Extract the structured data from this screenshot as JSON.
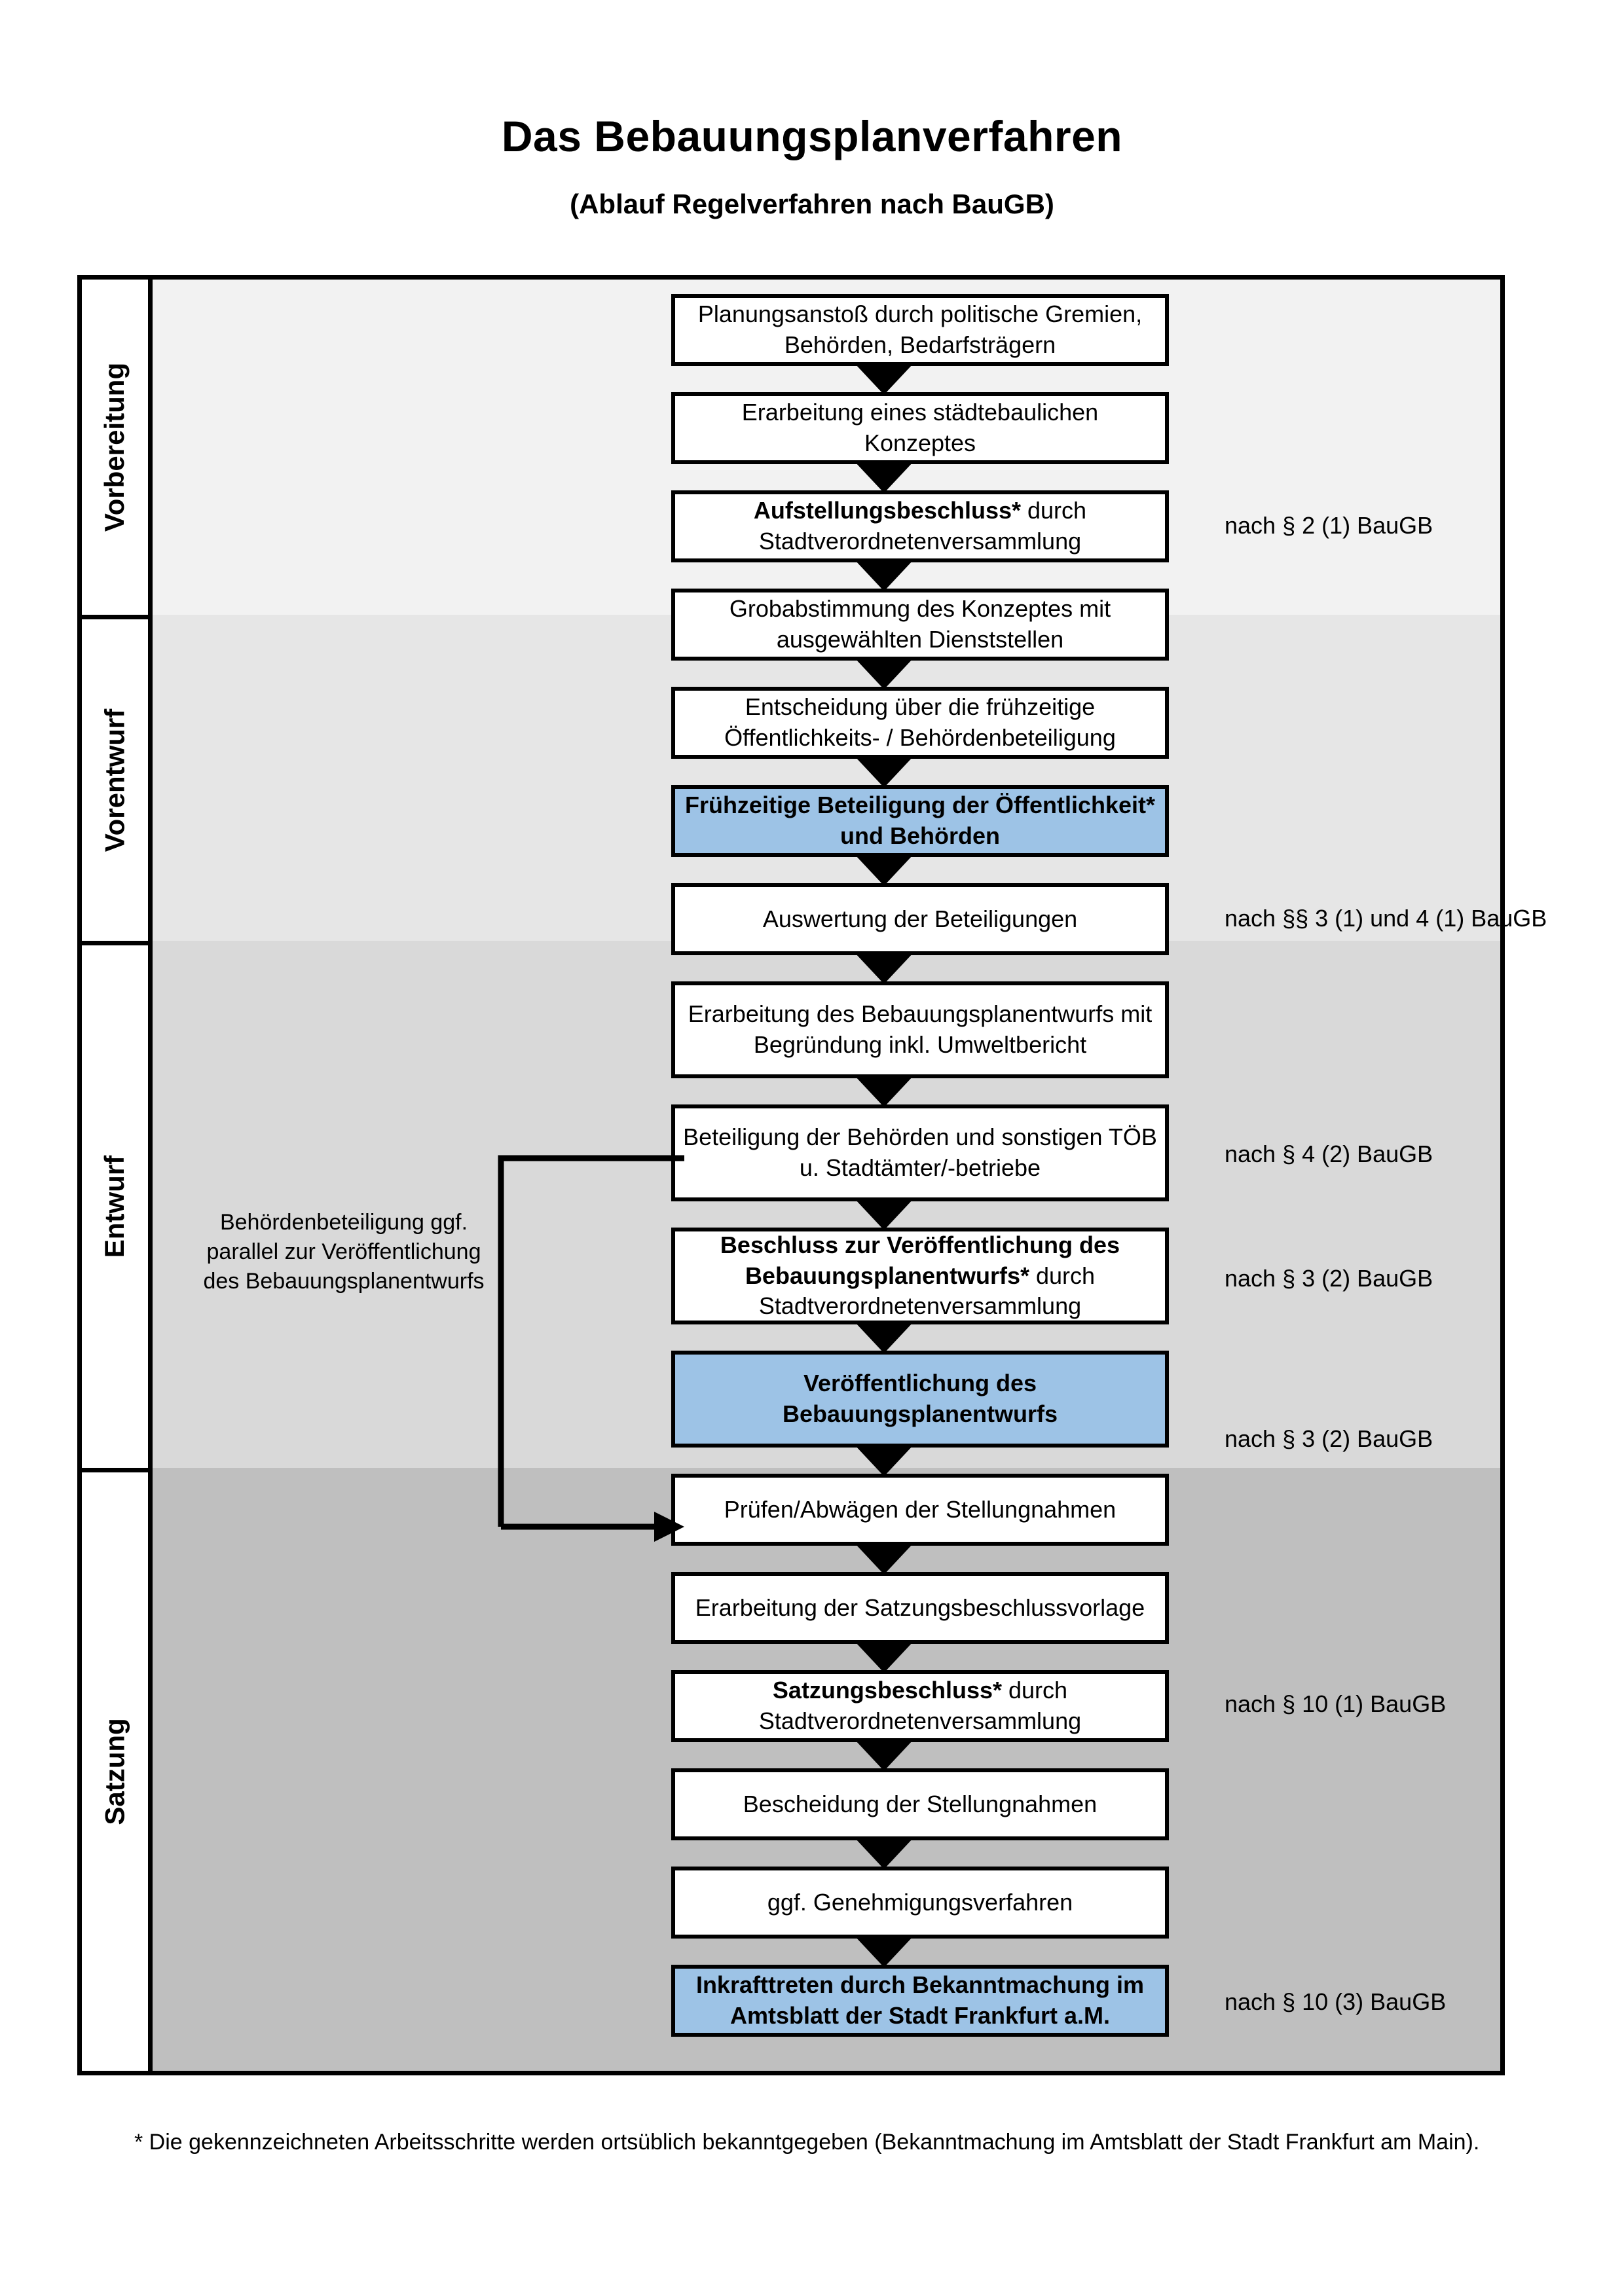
{
  "header": {
    "title": "Das Bebauungsplanverfahren",
    "subtitle": "(Ablauf Regelverfahren nach BauGB)"
  },
  "phases": [
    {
      "id": "vorbereitung",
      "label": "Vorbereitung",
      "band_color": "#F2F2F2"
    },
    {
      "id": "vorentwurf",
      "label": "Vorentwurf",
      "band_color": "#E6E6E6"
    },
    {
      "id": "entwurf",
      "label": "Entwurf",
      "band_color": "#D9D9D9"
    },
    {
      "id": "satzung",
      "label": "Satzung",
      "band_color": "#BFBFBF"
    }
  ],
  "steps": [
    {
      "id": "s1",
      "phase": "vorbereitung",
      "text": "Planungsanstoß durch politische Gremien, Behörden, Bedarfsträgern",
      "highlight": false
    },
    {
      "id": "s2",
      "phase": "vorbereitung",
      "text": "Erarbeitung eines städtebaulichen Konzeptes",
      "highlight": false
    },
    {
      "id": "s3",
      "phase": "vorbereitung",
      "bold_prefix": "Aufstellungsbeschluss*",
      "rest": " durch Stadtverordnetenversammlung",
      "highlight": false
    },
    {
      "id": "s4",
      "phase": "vorentwurf",
      "text": "Grobabstimmung des Konzeptes mit ausgewählten Dienststellen",
      "highlight": false
    },
    {
      "id": "s5",
      "phase": "vorentwurf",
      "text": "Entscheidung über die frühzeitige Öffentlichkeits- / Behördenbeteiligung",
      "highlight": false
    },
    {
      "id": "s6",
      "phase": "vorentwurf",
      "text": "Frühzeitige Beteiligung der Öffentlichkeit* und Behörden",
      "highlight": true
    },
    {
      "id": "s7",
      "phase": "entwurf",
      "text": "Auswertung der Beteiligungen",
      "highlight": false
    },
    {
      "id": "s8",
      "phase": "entwurf",
      "text": "Erarbeitung des Bebauungsplanentwurfs mit Begründung inkl. Umweltbericht",
      "highlight": false
    },
    {
      "id": "s9",
      "phase": "entwurf",
      "text": "Beteiligung der Behörden und sonstigen TÖB u. Stadtämter/-betriebe",
      "highlight": false
    },
    {
      "id": "s10",
      "phase": "entwurf",
      "bold_prefix": "Beschluss zur Veröffentlichung des Bebauungsplanentwurfs*",
      "rest": " durch Stadtverordnetenversammlung",
      "highlight": false
    },
    {
      "id": "s11",
      "phase": "entwurf",
      "text": "Veröffentlichung des Bebauungsplanentwurfs",
      "highlight": true
    },
    {
      "id": "s12",
      "phase": "satzung",
      "text": "Prüfen/Abwägen der Stellungnahmen",
      "highlight": false
    },
    {
      "id": "s13",
      "phase": "satzung",
      "text": "Erarbeitung der Satzungsbeschlussvorlage",
      "highlight": false
    },
    {
      "id": "s14",
      "phase": "satzung",
      "bold_prefix": "Satzungsbeschluss*",
      "rest": " durch Stadtverordnetenversammlung",
      "highlight": false
    },
    {
      "id": "s15",
      "phase": "satzung",
      "text": "Bescheidung der Stellungnahmen",
      "highlight": false
    },
    {
      "id": "s16",
      "phase": "satzung",
      "text": "ggf. Genehmigungsverfahren",
      "highlight": false
    },
    {
      "id": "s17",
      "phase": "satzung",
      "bold_prefix": "Inkrafttreten",
      "rest": " durch Bekanntmachung im Amtsblatt der Stadt Frankfurt a.M.",
      "highlight": true
    }
  ],
  "law_labels": [
    {
      "id": "l1",
      "text": "nach § 2 (1) BauGB"
    },
    {
      "id": "l2",
      "text": "nach §§ 3 (1) und 4 (1) BauGB"
    },
    {
      "id": "l3",
      "text": "nach § 4 (2) BauGB"
    },
    {
      "id": "l4",
      "text": "nach § 3 (2) BauGB"
    },
    {
      "id": "l5",
      "text": "nach § 3 (2) BauGB"
    },
    {
      "id": "l6",
      "text": "nach § 10 (1) BauGB"
    },
    {
      "id": "l7",
      "text": "nach § 10 (3) BauGB"
    }
  ],
  "parallel_note": "Behördenbeteiligung ggf. parallel zur Veröffentlichung des Bebauungsplanentwurfs",
  "footnote": "* Die gekennzeichneten Arbeitsschritte werden ortsüblich bekanntgegeben (Bekanntmachung im Amtsblatt  der Stadt Frankfurt am Main).",
  "colors": {
    "highlight_blue": "#9DC3E6",
    "border_black": "#000000",
    "band_1": "#F2F2F2",
    "band_2": "#E6E6E6",
    "band_3": "#D9D9D9",
    "band_4": "#BFBFBF"
  }
}
